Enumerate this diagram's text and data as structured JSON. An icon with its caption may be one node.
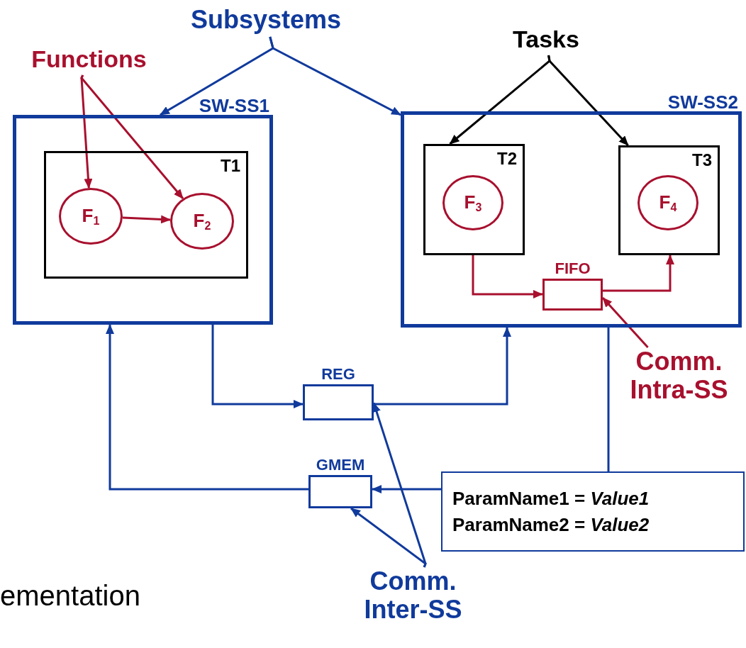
{
  "diagram": {
    "nodes": [
      {
        "text": [
          "Subsystems"
        ]
      },
      {
        "text": [
          "Functions"
        ]
      },
      {
        "text": [
          "Tasks"
        ]
      },
      {
        "text": [
          "SW-SS1"
        ]
      },
      {
        "text": [
          "T1"
        ],
        "in": 3
      },
      {
        "text": [
          "F$_{1}$"
        ],
        "in": 4
      },
      {
        "text": [
          "F$_{2}$"
        ],
        "in": 4
      },
      {
        "text": [
          "SW-SS2"
        ]
      },
      {
        "text": [
          "T2"
        ],
        "in": 7
      },
      {
        "text": [
          "F$_{3}$"
        ],
        "in": 8
      },
      {
        "text": [
          "T3"
        ],
        "in": 7
      },
      {
        "text": [
          "F$_{4}$"
        ],
        "in": 10
      },
      {
        "text": [
          "FIFO"
        ],
        "in": 7
      },
      {
        "text": [
          "Comm. Intra-SS"
        ]
      },
      {
        "text": [
          "REG"
        ]
      },
      {
        "text": [
          "GMEM"
        ]
      },
      {
        "text": [
          "ParamName1 = *Value1*",
          "ParamName2 = *Value2*"
        ]
      },
      {
        "text": [
          "Comm. Inter-SS"
        ]
      }
    ],
    "edges": [
      {
        "from": 0,
        "to": 3,
        "arrow": "to"
      },
      {
        "from": 0,
        "to": 7,
        "arrow": "to"
      },
      {
        "from": 1,
        "to": 5,
        "arrow": "to",
        "color": "#a8102e"
      },
      {
        "from": 1,
        "to": 6,
        "arrow": "to",
        "color": "#a8102e"
      },
      {
        "from": 2,
        "to": 8,
        "arrow": "to",
        "color": "#000000"
      },
      {
        "from": 2,
        "to": 10,
        "arrow": "to",
        "color": "#000000"
      },
      {
        "from": 5,
        "to": 6,
        "arrow": "to",
        "color": "#a8102e"
      },
      {
        "from": 8,
        "to": 12,
        "arrow": "to",
        "color": "#a8102e"
      },
      {
        "from": 12,
        "to": 10,
        "arrow": "to",
        "color": "#a8102e"
      },
      {
        "from": 13,
        "to": 12,
        "arrow": "to",
        "color": "#a8102e"
      },
      {
        "from": 3,
        "to": 14,
        "arrow": "to"
      },
      {
        "from": 14,
        "to": 7,
        "arrow": "to"
      },
      {
        "from": 15,
        "to": 3,
        "arrow": "to"
      },
      {
        "from": 16,
        "to": 15,
        "arrow": "to"
      },
      {
        "from": 7,
        "to": 16,
        "arrow": "none"
      },
      {
        "from": 17,
        "to": 14,
        "arrow": "to"
      },
      {
        "from": 17,
        "to": 15,
        "arrow": "to"
      }
    ],
    "labels": [
      "ementation"
    ]
  }
}
